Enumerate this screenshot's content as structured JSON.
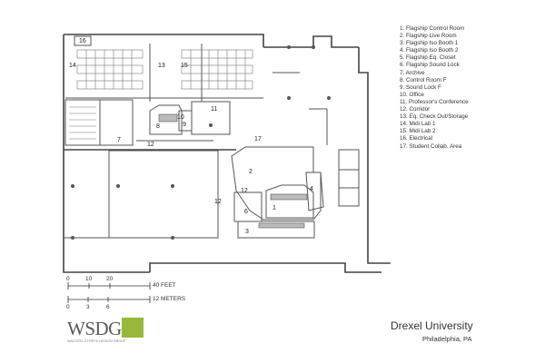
{
  "legend": {
    "items": [
      "1.  Flagship Control Room",
      "2.  Flagship Live Room",
      "3.  Flagship Iso Booth 1",
      "4.  Flagship Iso Booth 2",
      "5.  Flagship Eq. Closet",
      "6.  Flagship Sound Lock",
      "7.  Archive",
      "8.  Control Room F",
      "9.  Sound Lock F",
      "10.  Office",
      "11.  Professor's Conference",
      "12.  Corridor",
      "13.  Eq. Check Out/Storage",
      "14.  Midi Lab 1",
      "15.  Midi Lab 2",
      "16.  Electrical",
      "17.  Student Collab. Area"
    ]
  },
  "room_labels": {
    "r1": "1",
    "r2": "2",
    "r3": "3",
    "r4": "4",
    "r6": "6",
    "r7": "7",
    "r8": "8",
    "r9": "9",
    "r10": "10",
    "r11": "11",
    "r12a": "12",
    "r12b": "12",
    "r12c": "12",
    "r13": "13",
    "r14": "14",
    "r15": "15",
    "r16": "16",
    "r17": "17"
  },
  "scale": {
    "feet_ticks": [
      "0",
      "10",
      "20"
    ],
    "feet_label": "40 FEET",
    "meter_ticks": [
      "0",
      "3",
      "6"
    ],
    "meter_label": "12 METERS"
  },
  "logo": {
    "text": "WSDG",
    "subtitle": "WALTERS-STORYK DESIGN GROUP",
    "accent_color": "#99b83a"
  },
  "client": {
    "name": "Drexel University",
    "location": "Philadelphia, PA"
  }
}
